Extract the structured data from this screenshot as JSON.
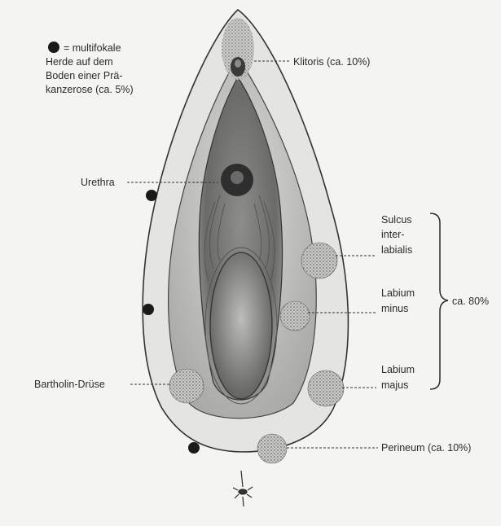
{
  "legend": {
    "line1": "= multifokale",
    "line2": "Herde auf dem",
    "line3": "Boden einer Prä-",
    "line4": "kanzerose (ca. 5%)"
  },
  "labels": {
    "klitoris": "Klitoris (ca. 10%)",
    "urethra": "Urethra",
    "sulcus_1": "Sulcus",
    "sulcus_2": "inter-",
    "sulcus_3": "labialis",
    "labium_minus_1": "Labium",
    "labium_minus_2": "minus",
    "labium_majus_1": "Labium",
    "labium_majus_2": "majus",
    "group_value": "ca. 80%",
    "bartholin": "Bartholin-Drüse",
    "perineum": "Perineum (ca. 10%)"
  },
  "colors": {
    "background": "#f4f4f2",
    "ink": "#2b2b2b",
    "lesion_dot": "#1a1a1a",
    "stipple": "#6d6d6d"
  },
  "icons": {
    "legend_marker": "black-dot",
    "anus": "anus-sketch"
  }
}
